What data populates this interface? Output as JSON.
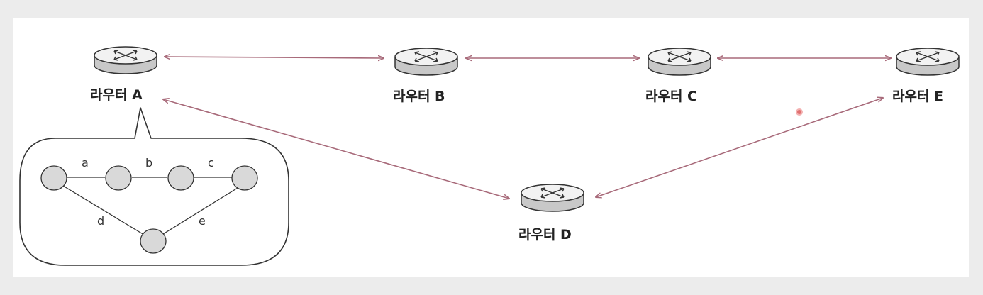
{
  "colors": {
    "link": "#a86a7a",
    "router_top": "#f2f2f2",
    "router_side": "#c8c8c8",
    "node_fill": "#d9d9d9",
    "cursor": "#e07070"
  },
  "routers": {
    "a": {
      "label": "라우터 A",
      "icon": "router-icon"
    },
    "b": {
      "label": "라우터 B",
      "icon": "router-icon"
    },
    "c": {
      "label": "라우터 C",
      "icon": "router-icon"
    },
    "d": {
      "label": "라우터 D",
      "icon": "router-icon"
    },
    "e": {
      "label": "라우터 E",
      "icon": "router-icon"
    }
  },
  "links": [
    {
      "from": "a",
      "to": "b",
      "bidirectional": true
    },
    {
      "from": "b",
      "to": "c",
      "bidirectional": true
    },
    {
      "from": "c",
      "to": "e",
      "bidirectional": true
    },
    {
      "from": "a",
      "to": "d",
      "bidirectional": true
    },
    {
      "from": "d",
      "to": "e",
      "bidirectional": true
    }
  ],
  "callout": {
    "edges": {
      "a": "a",
      "b": "b",
      "c": "c",
      "d": "d",
      "e": "e"
    }
  }
}
